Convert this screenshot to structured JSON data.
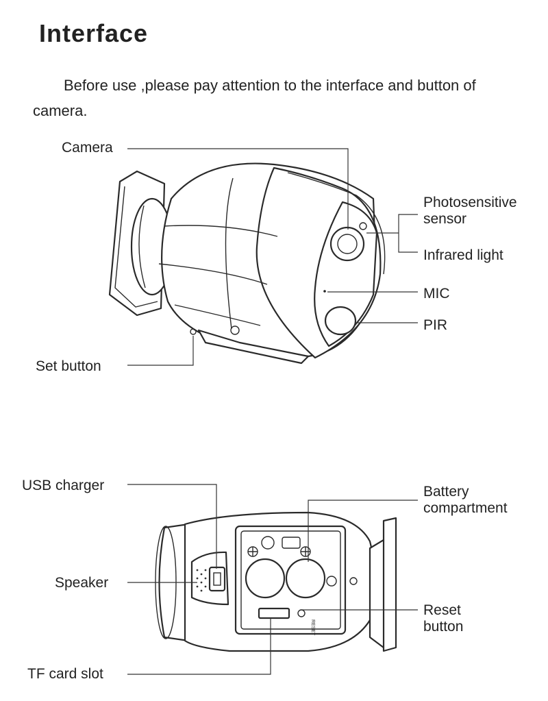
{
  "title": "Interface",
  "intro": "Before use ,please pay attention to the interface and button of camera.",
  "front_labels": {
    "camera": "Camera",
    "photosensitive_line1": "Photosensitive",
    "photosensitive_line2": "sensor",
    "infrared": "Infrared light",
    "mic": "MIC",
    "pir": "PIR",
    "set_button": "Set button"
  },
  "back_labels": {
    "usb": "USB charger",
    "battery_line1": "Battery",
    "battery_line2": "compartment",
    "speaker": "Speaker",
    "reset_line1": "Reset",
    "reset_line2": "button",
    "tf_card": "TF card slot",
    "reset_engraving": "RESET"
  }
}
